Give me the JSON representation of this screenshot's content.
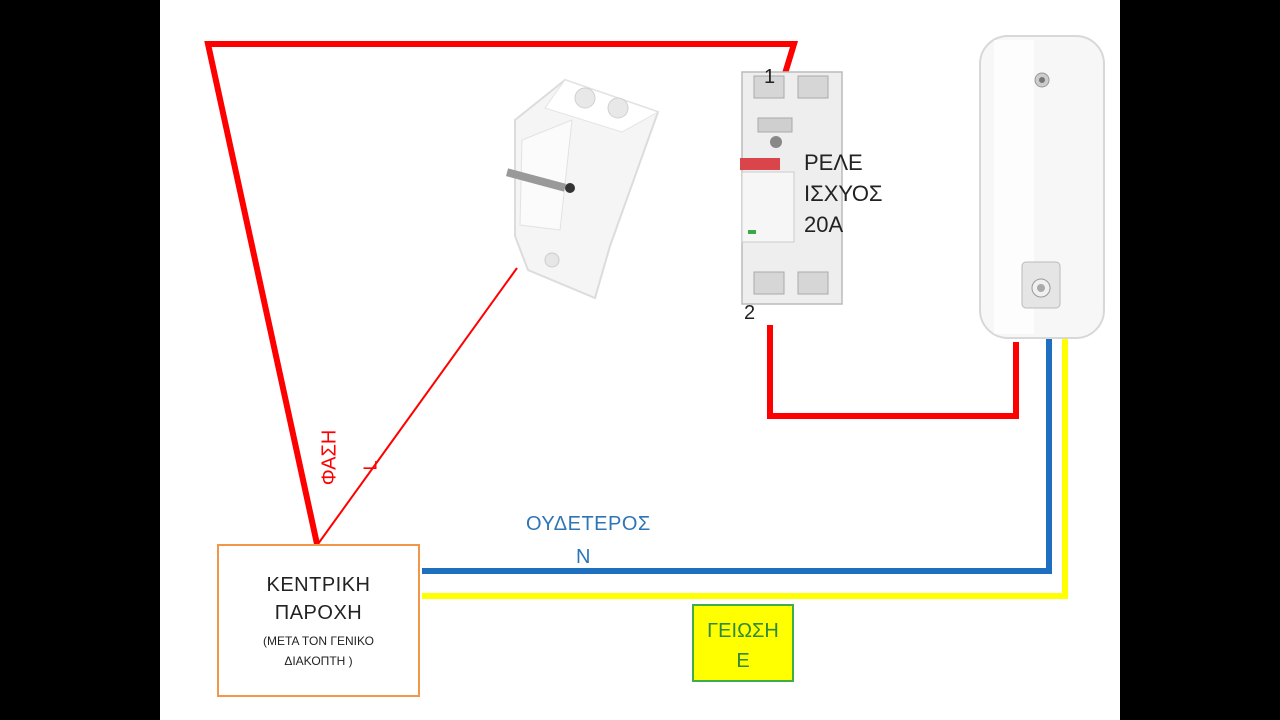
{
  "colors": {
    "phase": "#ff0000",
    "neutral": "#1f6fc0",
    "ground": "#ffff00",
    "box_border": "#f2964a",
    "ground_box_border": "#3fae49",
    "neutral_text": "#2e75b6",
    "ground_text": "#2f8a3a"
  },
  "relay": {
    "terminal_top": "1",
    "terminal_bottom": "2",
    "label_line1": "ΡΕΛΕ",
    "label_line2": "ΙΣΧΥΟΣ",
    "label_line3": "20A"
  },
  "phase_label": "ΦΑΣΗ",
  "phase_symbol": "L",
  "neutral_label": "ΟΥΔΕΤΕΡΟΣ",
  "neutral_symbol": "N",
  "ground_label": "ΓΕΙΩΣΗ",
  "ground_symbol": "E",
  "main_supply": {
    "line1": "ΚΕΝΤΡΙΚΗ",
    "line2": "ΠΑΡΟΧΗ",
    "line3": "(ΜΕΤΑ ΤΟΝ ΓΕΝΙΚΟ",
    "line4": "ΔΙΑΚΟΠΤΗ )"
  },
  "icons": {
    "smart_switch": "wifi-smart-switch-icon",
    "contactor": "din-rail-contactor-icon",
    "water_heater": "electric-water-heater-icon"
  }
}
